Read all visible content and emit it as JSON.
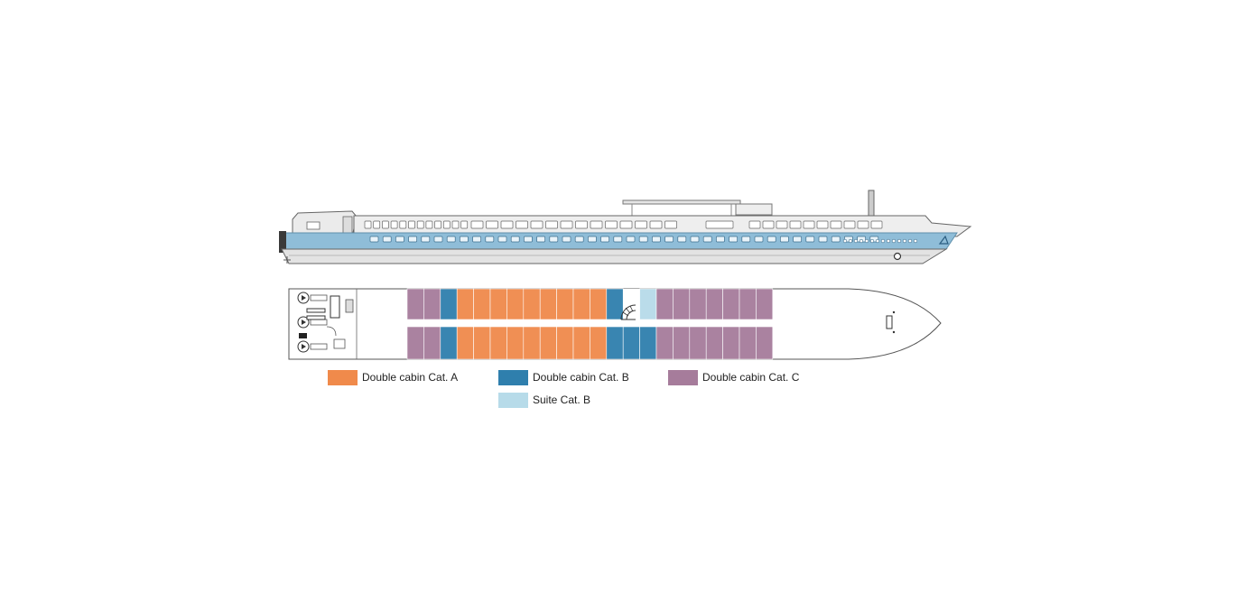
{
  "colors": {
    "cat_a": "#f08a4b",
    "cat_b": "#2f7fad",
    "cat_c": "#a67c9b",
    "suite_b": "#b7dbe9",
    "hull_blue": "#8fbdd8",
    "outline": "#555555"
  },
  "legend": [
    {
      "key": "cat_a",
      "label": "Double cabin Cat. A"
    },
    {
      "key": "cat_b",
      "label": "Double cabin Cat. B"
    },
    {
      "key": "cat_c",
      "label": "Double cabin Cat. C"
    },
    {
      "key": "suite_b",
      "label": "Suite Cat. B"
    }
  ],
  "deck": {
    "top_row": [
      "cat_c",
      "cat_c",
      "cat_b",
      "cat_a",
      "cat_a",
      "cat_a",
      "cat_a",
      "cat_a",
      "cat_a",
      "cat_a",
      "cat_a",
      "cat_a",
      "cat_b",
      "stair",
      "suite_b",
      "cat_c",
      "cat_c",
      "cat_c",
      "cat_c",
      "cat_c",
      "cat_c",
      "cat_c"
    ],
    "bottom_row": [
      "cat_c",
      "cat_c",
      "cat_b",
      "cat_a",
      "cat_a",
      "cat_a",
      "cat_a",
      "cat_a",
      "cat_a",
      "cat_a",
      "cat_a",
      "cat_a",
      "cat_b",
      "cat_b",
      "cat_b",
      "cat_c",
      "cat_c",
      "cat_c",
      "cat_c",
      "cat_c",
      "cat_c",
      "cat_c"
    ]
  },
  "ship_side": {
    "upper_windows": 12,
    "mid_windows": 14,
    "fwd_windows": 10,
    "lower_windows": 40,
    "portholes": 14
  }
}
